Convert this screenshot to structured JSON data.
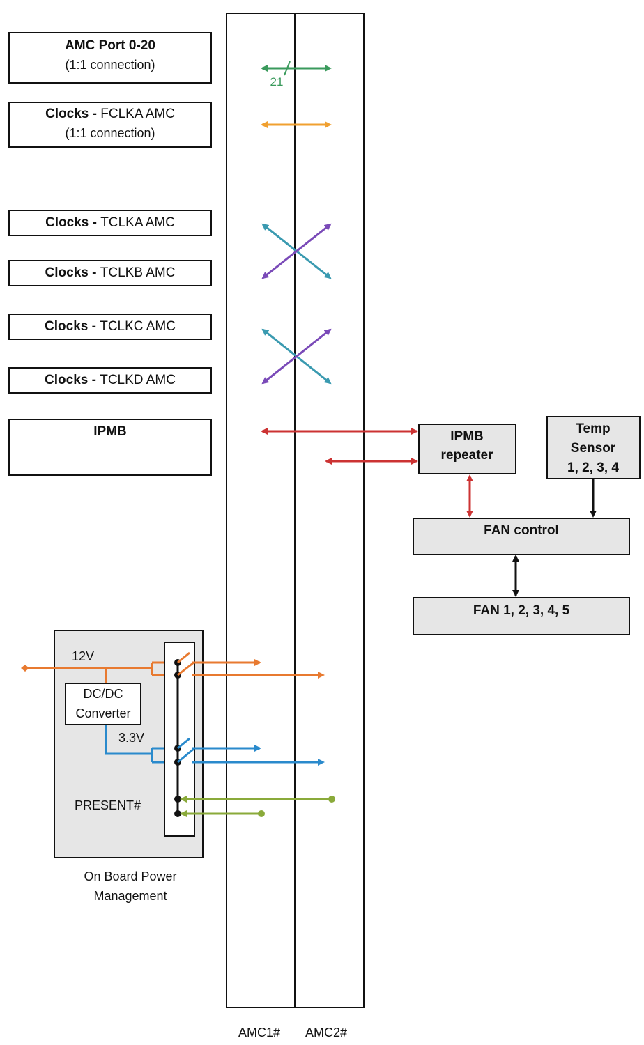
{
  "left_blocks": {
    "amc_port": {
      "bold": "AMC Port 0-20",
      "sub": "(1:1 connection)"
    },
    "fclka": {
      "bold": "Clocks - ",
      "normal": "FCLKA AMC",
      "sub": "(1:1 connection)"
    },
    "tclka": {
      "bold": "Clocks - ",
      "normal": "TCLKA AMC"
    },
    "tclkb": {
      "bold": "Clocks - ",
      "normal": "TCLKB AMC"
    },
    "tclkc": {
      "bold": "Clocks - ",
      "normal": "TCLKC AMC"
    },
    "tclkd": {
      "bold": "Clocks - ",
      "normal": "TCLKD AMC"
    },
    "ipmb": {
      "bold": "IPMB"
    }
  },
  "bus_width_label": "21",
  "right_blocks": {
    "ipmb_repeater": {
      "line1": "IPMB",
      "line2": "repeater"
    },
    "temp_sensor": {
      "line1": "Temp",
      "line2": "Sensor",
      "line3": "1, 2, 3, 4"
    },
    "fan_control": "FAN control",
    "fans": "FAN 1, 2, 3, 4, 5"
  },
  "power": {
    "v12": "12V",
    "dcdc_line1": "DC/DC",
    "dcdc_line2": "Converter",
    "v33": "3.3V",
    "present": "PRESENT#",
    "caption_line1": "On Board Power",
    "caption_line2": "Management"
  },
  "slots": {
    "amc1": "AMC1#",
    "amc2": "AMC2#"
  },
  "colors": {
    "green": "#3a9a5c",
    "orange_clock": "#f0a030",
    "teal": "#3a9ab0",
    "purple": "#7a4ab8",
    "red": "#cc3333",
    "orange_power": "#e87a30",
    "blue": "#2a8acc",
    "lime": "#8aaa3a",
    "box_fill": "#e6e6e6"
  }
}
